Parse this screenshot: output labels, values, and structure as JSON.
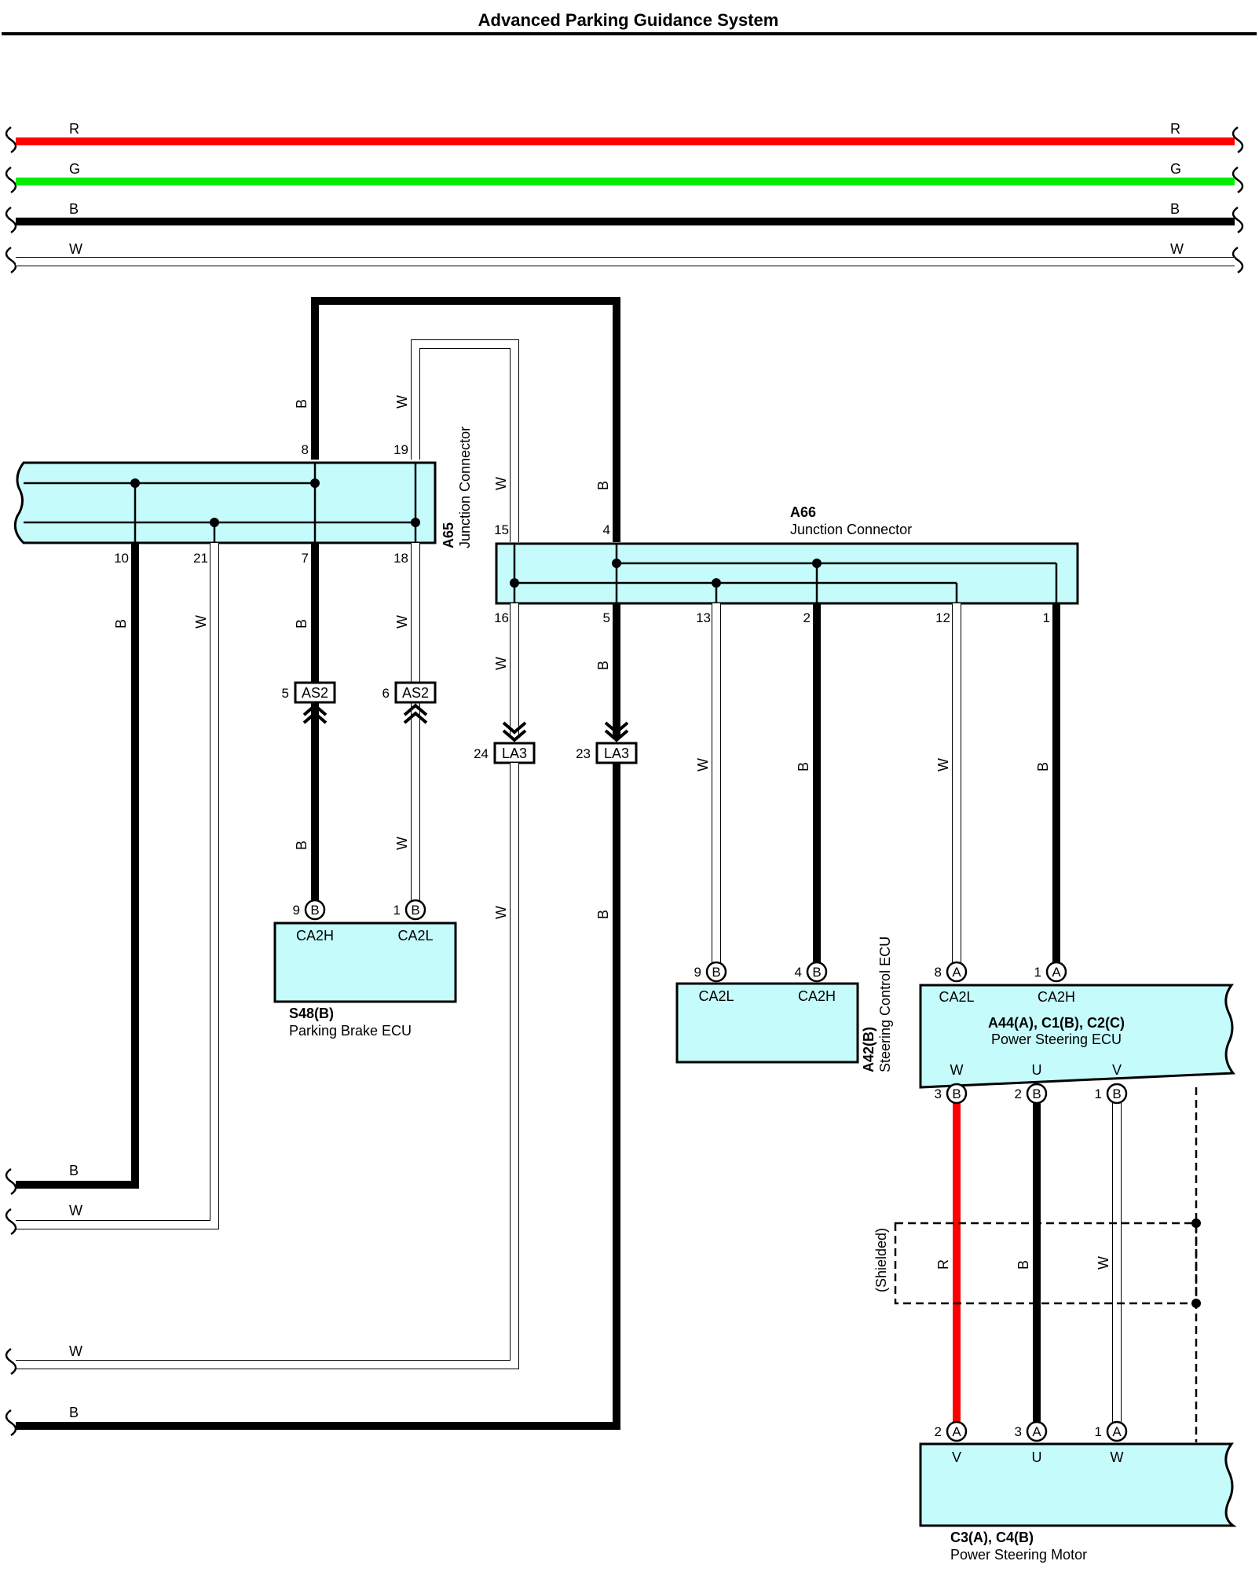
{
  "title": "Advanced Parking Guidance System",
  "colors": {
    "R": "#ff0000",
    "G": "#00ee00",
    "B": "#000000",
    "W": "#ffffff",
    "connector_fill": "#c6fbfb"
  },
  "bus": {
    "wires": [
      "R",
      "G",
      "B",
      "W"
    ]
  },
  "connectors": {
    "a65": {
      "id": "A65",
      "name": "Junction Connector",
      "pins": [
        "8",
        "19",
        "10",
        "21",
        "7",
        "18"
      ]
    },
    "a66": {
      "id": "A66",
      "name": "Junction Connector",
      "pins": [
        "15",
        "4",
        "16",
        "5",
        "13",
        "2",
        "12",
        "1"
      ]
    },
    "s48": {
      "id": "S48(B)",
      "name": "Parking Brake ECU",
      "pins": [
        {
          "num": "9",
          "conn": "B",
          "signal": "CA2H"
        },
        {
          "num": "1",
          "conn": "B",
          "signal": "CA2L"
        }
      ]
    },
    "a42": {
      "id": "A42(B)",
      "name": "Steering Control ECU",
      "pins": [
        {
          "num": "9",
          "conn": "B",
          "signal": "CA2L"
        },
        {
          "num": "4",
          "conn": "B",
          "signal": "CA2H"
        }
      ]
    },
    "a44": {
      "id": "A44(A), C1(B), C2(C)",
      "name": "Power Steering ECU",
      "top_pins": [
        {
          "num": "8",
          "conn": "A",
          "signal": "CA2L"
        },
        {
          "num": "1",
          "conn": "A",
          "signal": "CA2H"
        }
      ],
      "bottom_pins": [
        {
          "num": "3",
          "conn": "B",
          "signal": "W"
        },
        {
          "num": "2",
          "conn": "B",
          "signal": "U"
        },
        {
          "num": "1",
          "conn": "B",
          "signal": "V"
        }
      ]
    },
    "c3": {
      "id": "C3(A), C4(B)",
      "name": "Power Steering Motor",
      "pins": [
        {
          "num": "2",
          "conn": "A",
          "signal": "V"
        },
        {
          "num": "3",
          "conn": "A",
          "signal": "U"
        },
        {
          "num": "1",
          "conn": "A",
          "signal": "W"
        }
      ]
    }
  },
  "junctions": {
    "as2": {
      "name": "AS2",
      "pins": [
        "5",
        "6"
      ]
    },
    "la3": {
      "name": "LA3",
      "pins": [
        "24",
        "23"
      ]
    }
  },
  "shielded_label": "(Shielded)",
  "wire_labels": {
    "B": "B",
    "W": "W",
    "R": "R",
    "G": "G"
  }
}
